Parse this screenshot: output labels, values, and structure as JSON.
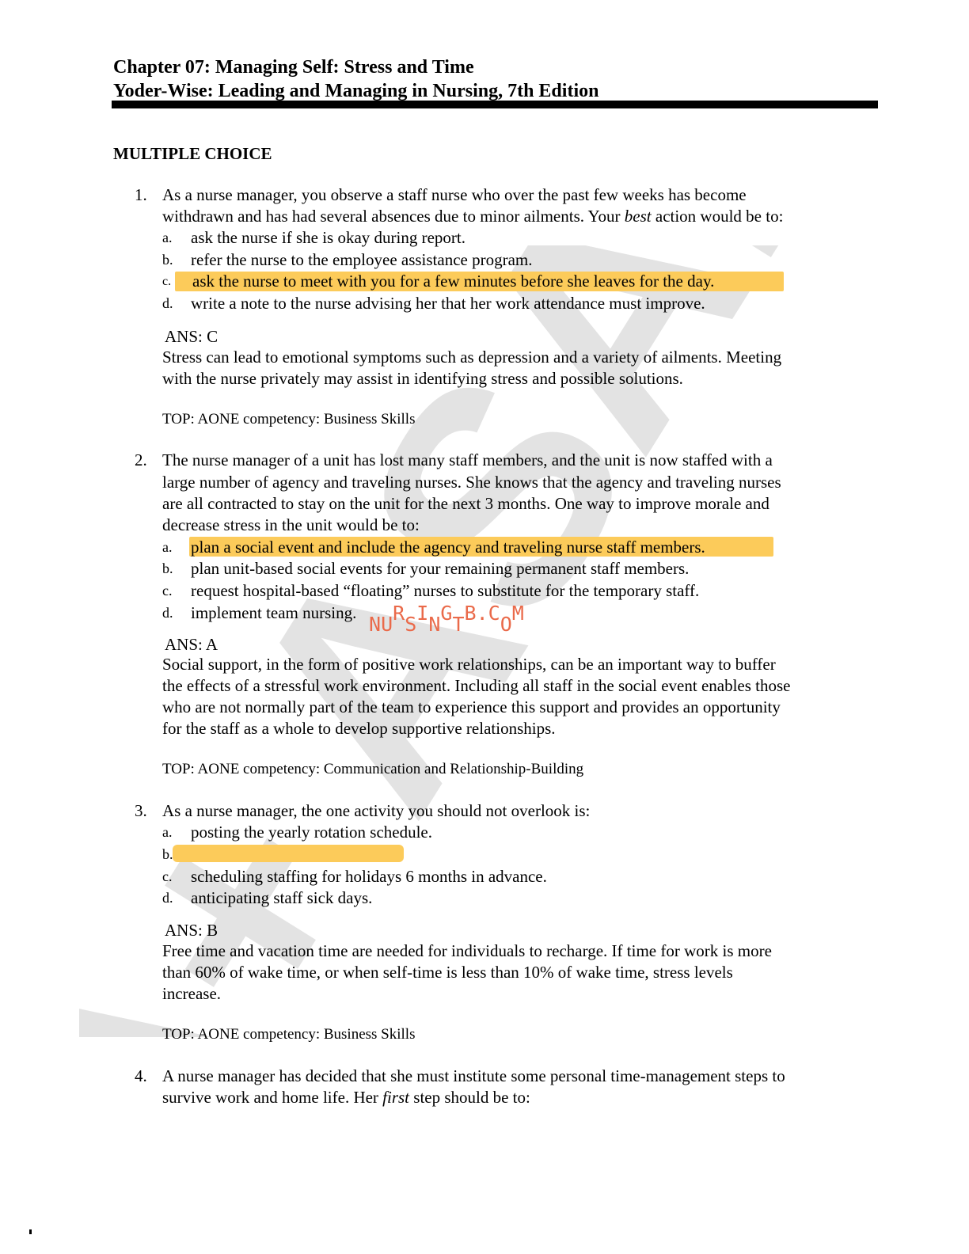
{
  "header": {
    "chapter_title": "Chapter 07: Managing Self: Stress and Time",
    "book_title": "Yoder-Wise: Leading and Managing in Nursing, 7th Edition"
  },
  "section_title": "MULTIPLE CHOICE",
  "watermark_text": "A+ ASAP",
  "colors": {
    "highlight": "#fccb5a",
    "watermark": "#e3e3e3",
    "stamp": "#ea6a4a"
  },
  "questions": [
    {
      "number": "1.",
      "lines": [
        "As a nurse manager, you observe a staff nurse who over the past few weeks has become",
        "withdrawn and has had several absences due to minor ailments. Your "
      ],
      "emphasis": "best",
      "after_emphasis": " action would be to:",
      "options": [
        {
          "letter": "a.",
          "text": "ask the nurse if she is okay during report."
        },
        {
          "letter": "b.",
          "text": "refer the nurse to the employee assistance program."
        },
        {
          "letter": "c.",
          "text": "ask the nurse to meet with you for a few minutes before she leaves for the day."
        },
        {
          "letter": "d.",
          "text": "write a note to the nurse advising her that her work attendance must improve."
        }
      ],
      "answer": "ANS: C",
      "rationale": [
        "Stress can lead to emotional symptoms such as depression and a variety of ailments. Meeting",
        "with the nurse privately may assist in identifying stress and possible solutions."
      ],
      "topic": "TOP:  AONE competency: Business Skills"
    },
    {
      "number": "2.",
      "lines": [
        "The nurse manager of a unit has lost many staff members, and the unit is now staffed with a",
        "large number of agency and traveling nurses. She knows that the agency and traveling nurses",
        "are all contracted to stay on the unit for the next 3 months. One way to improve morale and",
        "decrease stress in the unit would be to:"
      ],
      "options": [
        {
          "letter": "a.",
          "text": "plan a social event and include the agency and traveling nurse staff members."
        },
        {
          "letter": "b.",
          "text": "plan unit-based social events for your remaining permanent staff members."
        },
        {
          "letter": "c.",
          "text": "request hospital-based “floating” nurses to substitute for the temporary staff."
        },
        {
          "letter": "d.",
          "text": "implement team nursing."
        }
      ],
      "answer": "ANS: A",
      "rationale": [
        "Social support, in the form of positive work relationships, can be an important way to buffer",
        "the effects of a stressful work environment. Including all staff in the social event enables those",
        "who are not normally part of the team to experience this support and provides an opportunity",
        "for the staff as a whole to develop supportive relationships."
      ],
      "topic": "TOP:  AONE competency: Communication and Relationship-Building"
    },
    {
      "number": "3.",
      "lines": [
        "As a nurse manager, the one activity you should not overlook is:"
      ],
      "options": [
        {
          "letter": "a.",
          "text": "posting the yearly rotation schedule."
        },
        {
          "letter": "b.",
          "text": ""
        },
        {
          "letter": "c.",
          "text": "scheduling staffing for holidays 6 months in advance."
        },
        {
          "letter": "d.",
          "text": "anticipating staff sick days."
        }
      ],
      "answer": "ANS: B",
      "rationale": [
        "Free time and vacation time are needed for individuals to recharge. If time for work is more",
        "than 60% of wake time, or when self-time is less than 10% of wake time, stress levels",
        "increase."
      ],
      "topic": "TOP:  AONE competency: Business Skills"
    },
    {
      "number": "4.",
      "lines": [
        "A nurse manager has decided that she must institute some personal time-management steps to",
        "survive work and home life. Her "
      ],
      "emphasis": "first",
      "after_emphasis": " step should be to:"
    }
  ],
  "stamp": {
    "letters": [
      "N",
      "U",
      "R",
      "S",
      "I",
      "N",
      "G",
      "T",
      "B",
      ".",
      "C",
      "O",
      "M"
    ]
  }
}
